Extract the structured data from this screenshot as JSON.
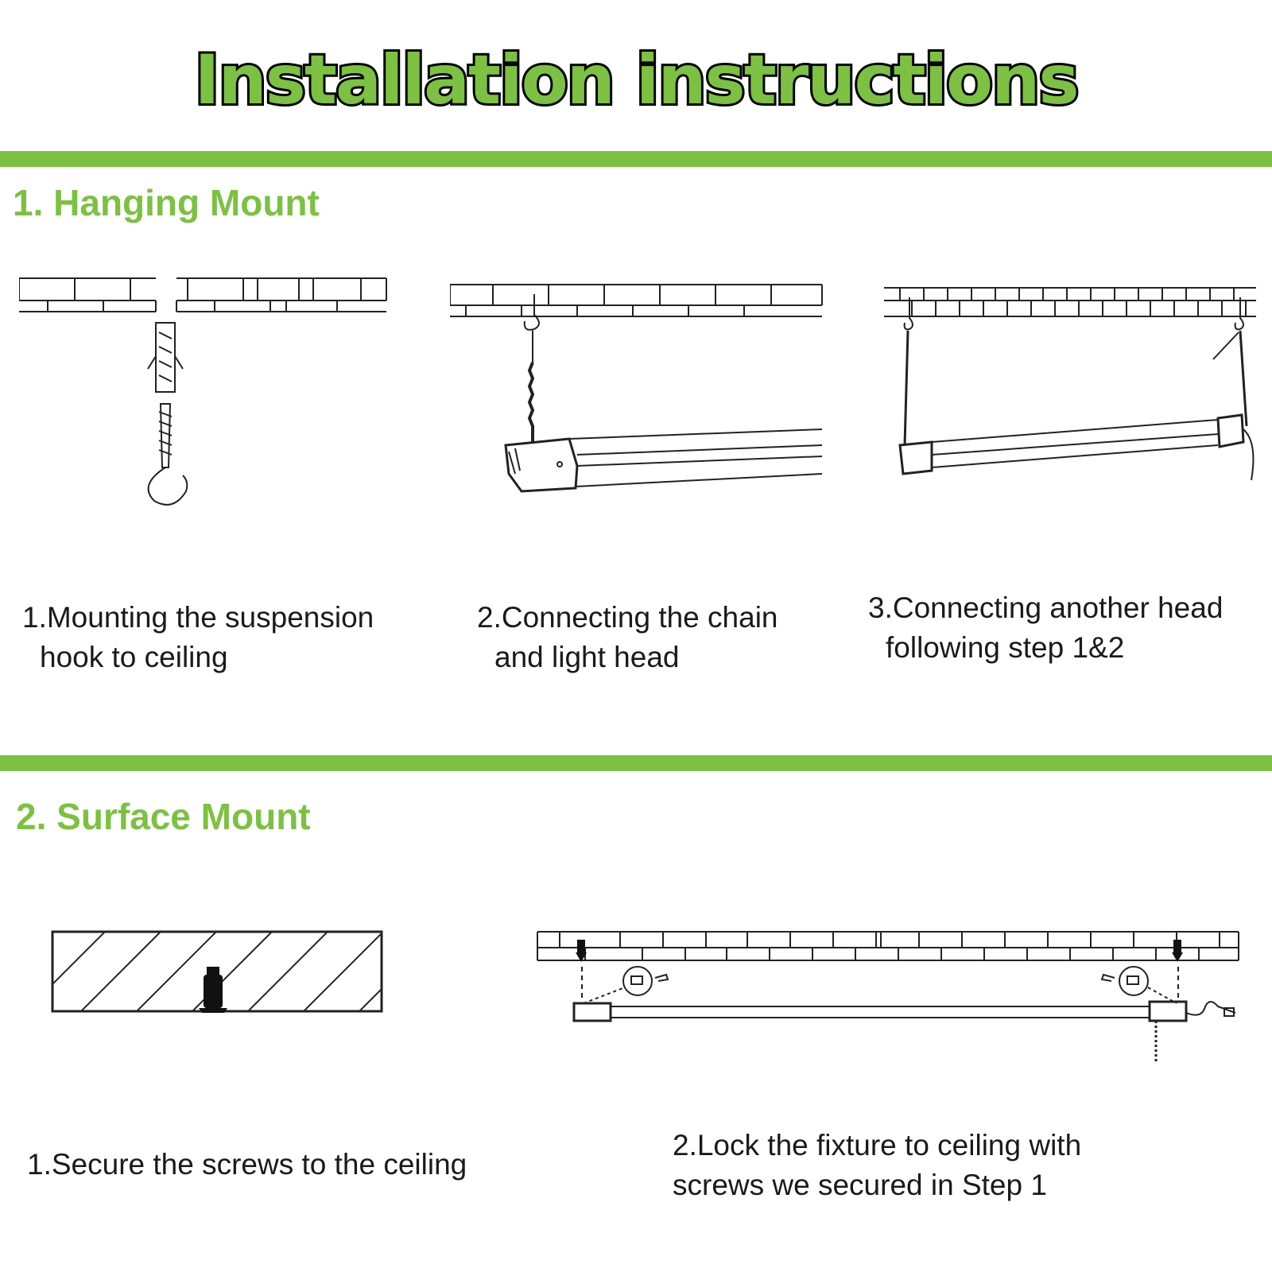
{
  "title": "Installation instructions",
  "colors": {
    "accent": "#7cc142",
    "ink": "#1a1a1a"
  },
  "sections": [
    {
      "heading": "1. Hanging Mount",
      "steps": [
        {
          "line1": "1.Mounting the suspension",
          "line2": "hook to ceiling",
          "icon": "suspension-hook-icon"
        },
        {
          "line1": "2.Connecting the chain",
          "line2": "and light head",
          "icon": "chain-light-head-icon"
        },
        {
          "line1": "3.Connecting another head",
          "line2": "following step 1&2",
          "icon": "hanging-fixture-icon"
        }
      ]
    },
    {
      "heading": "2. Surface Mount",
      "steps": [
        {
          "line1": "1.Secure the screws to the ceiling",
          "icon": "ceiling-screw-icon"
        },
        {
          "line1": "2.Lock the fixture to ceiling with",
          "line2": "screws we secured in Step 1",
          "icon": "surface-mounted-fixture-icon"
        }
      ]
    }
  ]
}
